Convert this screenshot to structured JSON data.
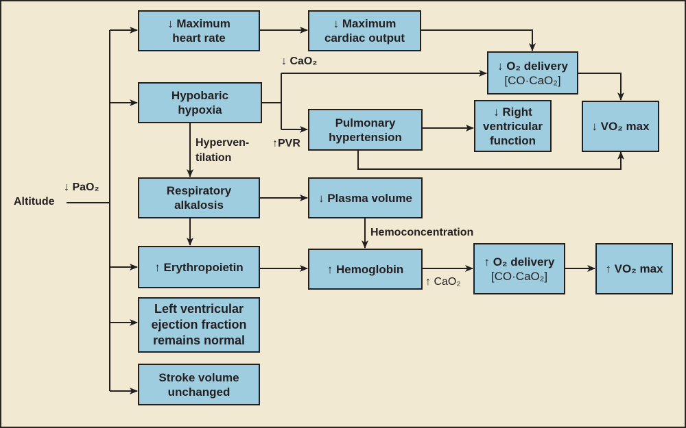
{
  "colors": {
    "background": "#f1e9d2",
    "box_fill": "#9ecde0",
    "line": "#231f20"
  },
  "boxes": {
    "max_heart_rate": [
      "↓ Maximum",
      "heart rate"
    ],
    "max_cardiac_output": [
      "↓ Maximum",
      "cardiac output"
    ],
    "o2_delivery_down": [
      "↓ O₂ delivery",
      "[CO·CaO₂]"
    ],
    "hypobaric_hypoxia": [
      "Hypobaric",
      "hypoxia"
    ],
    "pulmonary_hypertension": [
      "Pulmonary",
      "hypertension"
    ],
    "right_ventricular": [
      "↓ Right",
      "ventricular",
      "function"
    ],
    "vo2_max_down": [
      "↓ VO₂ max"
    ],
    "respiratory_alkalosis": [
      "Respiratory",
      "alkalosis"
    ],
    "plasma_volume": [
      "↓ Plasma volume"
    ],
    "erythropoietin": [
      "↑ Erythropoietin"
    ],
    "hemoglobin": [
      "↑ Hemoglobin"
    ],
    "o2_delivery_up": [
      "↑ O₂ delivery",
      "[CO·CaO₂]"
    ],
    "vo2_max_up": [
      "↑ VO₂ max"
    ],
    "lv_ejection": [
      "Left ventricular",
      "ejection fraction",
      "remains normal"
    ],
    "stroke_volume": [
      "Stroke volume",
      "unchanged"
    ]
  },
  "labels": {
    "altitude": "Altitude",
    "pao2": "↓ PaO₂",
    "cao2_down": "↓ CaO₂",
    "pvr": "↑PVR",
    "hyperventilation": [
      "Hyperven-",
      "tilation"
    ],
    "hemoconcentration": "Hemoconcentration",
    "cao2_up": "↑ CaO₂"
  }
}
